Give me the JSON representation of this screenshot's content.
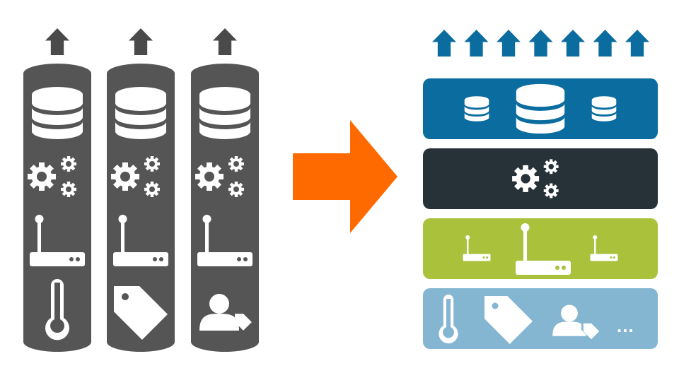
{
  "colors": {
    "column": "#555555",
    "column_arrow": "#4a4a4a",
    "icon_on_dark": "#ffffff",
    "transition_arrow": "#ff6a00",
    "layer_arrow": "#0b6c9f",
    "layer_storage": "#0b6c9f",
    "layer_processing": "#273238",
    "layer_network": "#a9c13b",
    "layer_devices": "#84b6d2"
  },
  "left_columns": [
    {
      "name": "sensor-column",
      "bottom_icon": "thermometer-icon"
    },
    {
      "name": "tag-column",
      "bottom_icon": "tag-icon"
    },
    {
      "name": "user-column",
      "bottom_icon": "user-tag-icon"
    }
  ],
  "right_layers": [
    {
      "name": "storage-layer",
      "icon": "database-icon"
    },
    {
      "name": "processing-layer",
      "icon": "gears-icon"
    },
    {
      "name": "network-layer",
      "icon": "router-icon"
    },
    {
      "name": "devices-layer",
      "icon": "device-icons"
    }
  ],
  "devices_more_label": "...",
  "top_arrow_count": 7
}
